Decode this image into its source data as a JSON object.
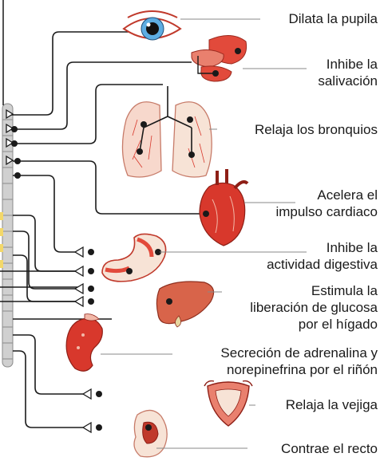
{
  "effects": [
    {
      "id": "eye",
      "lines": [
        "Dilata la pupila"
      ]
    },
    {
      "id": "salivary",
      "lines": [
        "Inhibe la",
        "salivación"
      ]
    },
    {
      "id": "lungs",
      "lines": [
        "Relaja los bronquios"
      ]
    },
    {
      "id": "heart",
      "lines": [
        "Acelera el",
        "impulso cardiaco"
      ]
    },
    {
      "id": "stomach",
      "lines": [
        "Inhibe la",
        "actividad digestiva"
      ]
    },
    {
      "id": "liver",
      "lines": [
        "Estimula la",
        "liberación de glucosa",
        "por el hígado"
      ]
    },
    {
      "id": "kidney",
      "lines": [
        "Secreción de adrenalina y",
        "norepinefrina por el riñón"
      ]
    },
    {
      "id": "bladder",
      "lines": [
        "Relaja la vejiga"
      ]
    },
    {
      "id": "rectum",
      "lines": [
        "Contrae el recto"
      ]
    }
  ],
  "colors": {
    "line": "#1a1a1a",
    "organ_red": "#d8382c",
    "organ_pink": "#f2b8a8",
    "organ_pale": "#f7e3d6",
    "spine": "#c9c9c9",
    "nerve_yellow": "#f3d86a"
  }
}
